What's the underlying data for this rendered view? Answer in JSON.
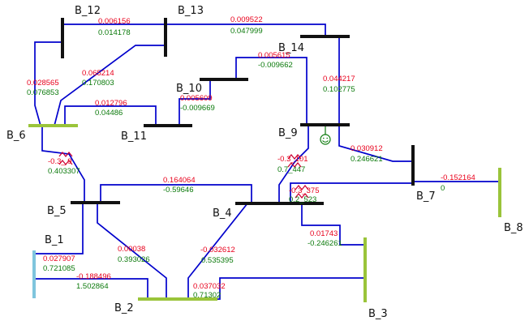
{
  "colors": {
    "line": "#0000cc",
    "bus_regular": "#111111",
    "bus_gen": "#9ac43a",
    "bus_slack": "#7fc5dd",
    "active_power": "#e8001c",
    "reactive_power": "#0c7a0c"
  },
  "buses": {
    "b1": "B_1",
    "b2": "B_2",
    "b3": "B_3",
    "b4": "B_4",
    "b5": "B_5",
    "b6": "B_6",
    "b7": "B_7",
    "b8": "B_8",
    "b9": "B_9",
    "b10": "B_10",
    "b11": "B_11",
    "b12": "B_12",
    "b13": "B_13",
    "b14": "B_14"
  },
  "flows": {
    "l12_13": {
      "p": "0.006156",
      "q": "0.014178"
    },
    "l13_14": {
      "p": "0.009522",
      "q": "0.047999"
    },
    "l6_13": {
      "p": "0.065214",
      "q": "0.170803"
    },
    "l6_12": {
      "p": "0.028565",
      "q": "0.076853"
    },
    "l10_9": {
      "p": "0.005615",
      "q": "-0.009662"
    },
    "l14_9": {
      "p": "0.044217",
      "q": "0.102775"
    },
    "l10_11": {
      "p": "0.005609",
      "q": "-0.009669"
    },
    "l6_11": {
      "p": "0.012796",
      "q": "0.04486"
    },
    "l9_7": {
      "p": "0.030912",
      "q": "0.246621"
    },
    "l5_6": {
      "p": "-0.3_.9",
      "q": "0.403307"
    },
    "l4_9": {
      "p": "-0.3_101",
      "q": "0.7_447"
    },
    "l5_4": {
      "p": "0.164064",
      "q": "-0.59646"
    },
    "l7_8": {
      "p": "-0.152164",
      "q": "0"
    },
    "l4_7": {
      "p": "-0.3_375",
      "q": "0.2_523"
    },
    "l4_3": {
      "p": "0.01743",
      "q": "-0.246261"
    },
    "l5_2": {
      "p": "0.00038",
      "q": "0.393026"
    },
    "l4_2": {
      "p": "-0.032612",
      "q": "0.535395"
    },
    "l1_5": {
      "p": "0.027907",
      "q": "0.721085"
    },
    "l1_2": {
      "p": "-0.188496",
      "q": "1.502864"
    },
    "l2_3": {
      "p": "0.037032",
      "q": "0.71302"
    }
  },
  "icons": {
    "transformer": "transformer-coil-icon",
    "synchronous_condenser": "smiley-condenser-icon"
  }
}
